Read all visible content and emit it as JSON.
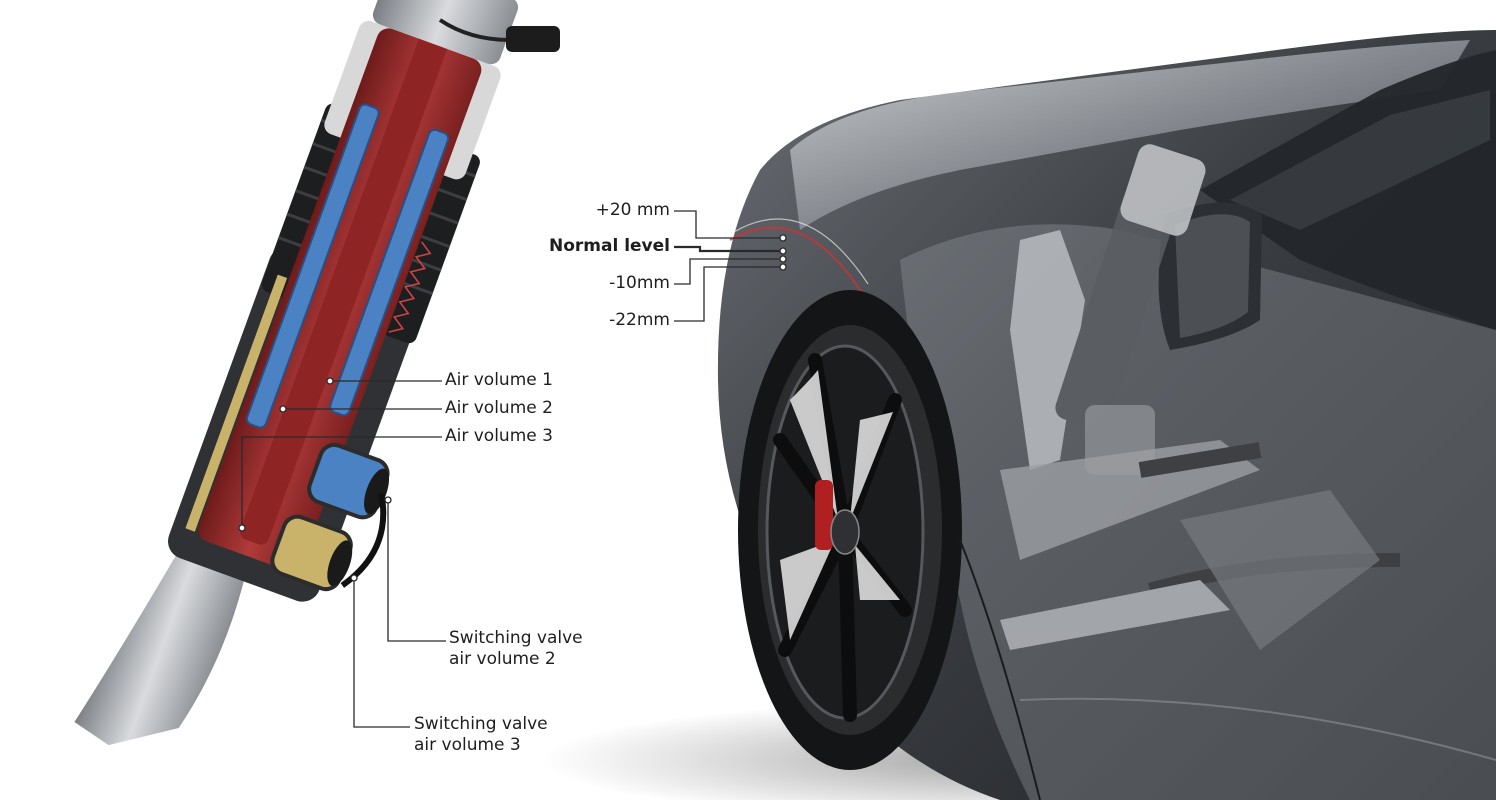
{
  "strut_labels": {
    "air_volume_1": "Air volume 1",
    "air_volume_2": "Air volume 2",
    "air_volume_3": "Air volume 3",
    "switching_valve_2": [
      "Switching valve",
      "air volume 2"
    ],
    "switching_valve_3": [
      "Switching valve",
      "air volume 3"
    ]
  },
  "level_labels": {
    "plus_20": "+20 mm",
    "normal": "Normal level",
    "minus_10": "-10mm",
    "minus_22": "-22mm"
  },
  "colors": {
    "chamber_red": "#9b2a2a",
    "volume_blue": "#4a82c4",
    "valve_gold": "#c9b36a",
    "body_grey": "#3a3d42",
    "leader_line": "#2a2a2a"
  }
}
